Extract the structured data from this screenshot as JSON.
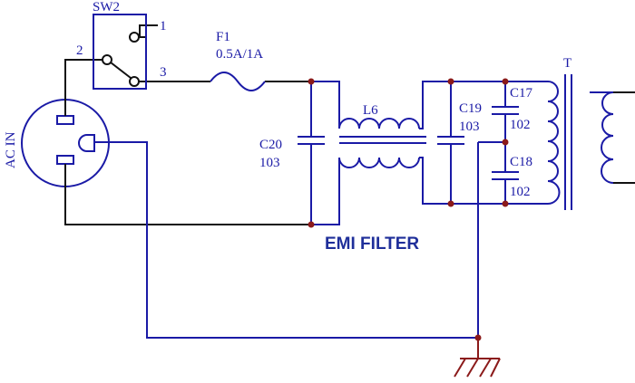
{
  "colors": {
    "wire_black": "#111111",
    "wire_blue": "#1a1aa6",
    "junction": "#8b1a1a",
    "earth": "#8b1a1a"
  },
  "labels": {
    "sw2": "SW2",
    "pin1": "1",
    "pin2": "2",
    "pin3": "3",
    "f1_name": "F1",
    "f1_value": "0.5A/1A",
    "ac_in": "AC IN",
    "l6": "L6",
    "c20_name": "C20",
    "c20_value": "103",
    "c19_name": "C19",
    "c19_value": "103",
    "c17_name": "C17",
    "c17_value": "102",
    "c18_name": "C18",
    "c18_value": "102",
    "t": "T",
    "emi_filter": "EMI FILTER"
  }
}
